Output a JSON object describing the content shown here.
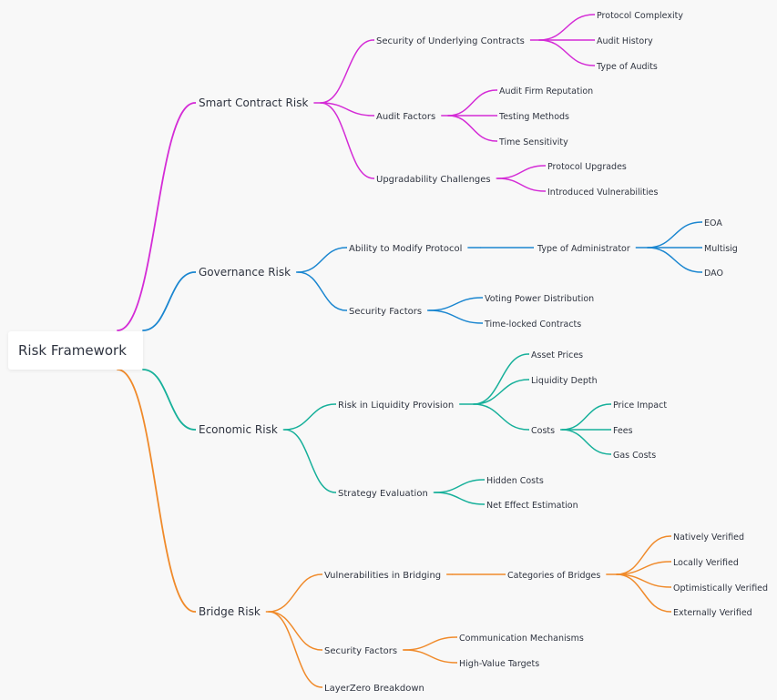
{
  "root": "Risk Framework",
  "colors": {
    "smart": "#d42bd6",
    "gov": "#1a86d0",
    "econ": "#16b09a",
    "bridge": "#f08a2a"
  },
  "branches": [
    {
      "label": "Smart Contract Risk",
      "children": [
        {
          "label": "Security of Underlying Contracts",
          "children": [
            {
              "label": "Protocol Complexity"
            },
            {
              "label": "Audit History"
            },
            {
              "label": "Type of Audits"
            }
          ]
        },
        {
          "label": "Audit Factors",
          "children": [
            {
              "label": "Audit Firm Reputation"
            },
            {
              "label": "Testing Methods"
            },
            {
              "label": "Time Sensitivity"
            }
          ]
        },
        {
          "label": "Upgradability Challenges",
          "children": [
            {
              "label": "Protocol Upgrades"
            },
            {
              "label": "Introduced Vulnerabilities"
            }
          ]
        }
      ]
    },
    {
      "label": "Governance Risk",
      "children": [
        {
          "label": "Ability to Modify Protocol",
          "children": [
            {
              "label": "Type of Administrator",
              "children": [
                {
                  "label": "EOA"
                },
                {
                  "label": "Multisig"
                },
                {
                  "label": "DAO"
                }
              ]
            }
          ]
        },
        {
          "label": "Security Factors",
          "children": [
            {
              "label": "Voting Power Distribution"
            },
            {
              "label": "Time-locked Contracts"
            }
          ]
        }
      ]
    },
    {
      "label": "Economic Risk",
      "children": [
        {
          "label": "Risk in Liquidity Provision",
          "children": [
            {
              "label": "Asset Prices"
            },
            {
              "label": "Liquidity Depth"
            },
            {
              "label": "Costs",
              "children": [
                {
                  "label": "Price Impact"
                },
                {
                  "label": "Fees"
                },
                {
                  "label": "Gas Costs"
                }
              ]
            }
          ]
        },
        {
          "label": "Strategy Evaluation",
          "children": [
            {
              "label": "Hidden Costs"
            },
            {
              "label": "Net Effect Estimation"
            }
          ]
        }
      ]
    },
    {
      "label": "Bridge Risk",
      "children": [
        {
          "label": "Vulnerabilities in Bridging",
          "children": [
            {
              "label": "Categories of Bridges",
              "children": [
                {
                  "label": "Natively Verified"
                },
                {
                  "label": "Locally Verified"
                },
                {
                  "label": "Optimistically Verified"
                },
                {
                  "label": "Externally Verified"
                }
              ]
            }
          ]
        },
        {
          "label": "Security Factors",
          "children": [
            {
              "label": "Communication Mechanisms"
            },
            {
              "label": "High-Value Targets"
            }
          ]
        },
        {
          "label": "LayerZero Breakdown"
        }
      ]
    }
  ]
}
